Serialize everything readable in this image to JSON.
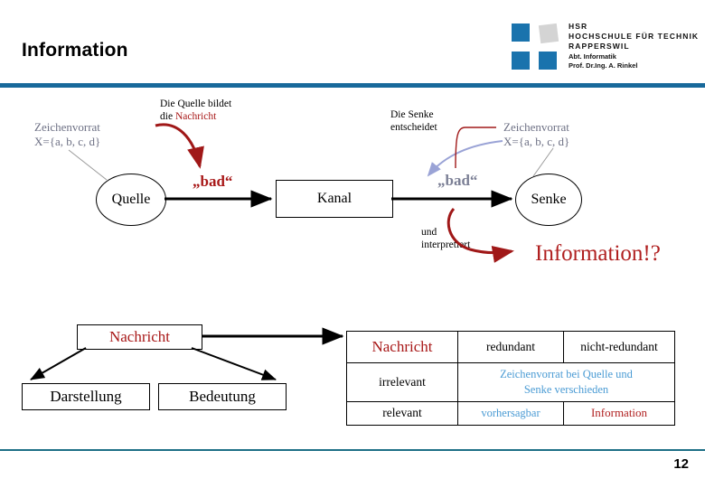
{
  "slide": {
    "title": "Information",
    "page_number": "12",
    "accent_color": "#18699b",
    "footer_color": "#1d6f86"
  },
  "logo": {
    "line1": "HSR",
    "line2": "HOCHSCHULE FÜR TECHNIK",
    "line3": "RAPPERSWIL",
    "line4": "Abt. Informatik",
    "line5": "Prof. Dr.Ing. A. Rinkel",
    "square_color": "#1a73ad",
    "gray_square_color": "#d4d4d4"
  },
  "diagram": {
    "source_node": "Quelle",
    "channel_node": "Kanal",
    "sink_node": "Senke",
    "alphabet_left_line1": "Zeichenvorrat",
    "alphabet_left_line2": "X={a, b, c, d}",
    "alphabet_right_line1": "Zeichenvorrat",
    "alphabet_right_line2": "X={a, b, c, d}",
    "callout_source_line1": "Die Quelle bildet",
    "callout_source_line2_prefix": "die ",
    "callout_source_line2_red": "Nachricht",
    "callout_sink_line1": "Die Senke",
    "callout_sink_line2": "entscheidet",
    "callout_interpret_line1": "und",
    "callout_interpret_line2": "interpretiert",
    "message_left": "„bad“",
    "message_right": "„bad“",
    "information_label": "Information!?",
    "message_left_color": "#a81818",
    "message_right_color": "#7b7f95",
    "alphabet_color": "#6e7185",
    "information_color": "#b02020"
  },
  "tree": {
    "root": "Nachricht",
    "child_left": "Darstellung",
    "child_right": "Bedeutung",
    "root_color": "#a81818"
  },
  "matrix": {
    "header": {
      "corner": "Nachricht",
      "col1": "redundant",
      "col2": "nicht-redundant"
    },
    "rows": [
      {
        "label": "irrelevant",
        "merged": true,
        "merged_cell": "Zeichenvorrat bei Quelle und Senke verschieden",
        "merged_cell_line1": "Zeichenvorrat bei Quelle und",
        "merged_cell_line2": "Senke verschieden"
      },
      {
        "label": "relevant",
        "merged": false,
        "cell1": "vorhersagbar",
        "cell2": "Information"
      }
    ],
    "blue_color": "#4a9bd4",
    "red_color": "#b02020"
  }
}
